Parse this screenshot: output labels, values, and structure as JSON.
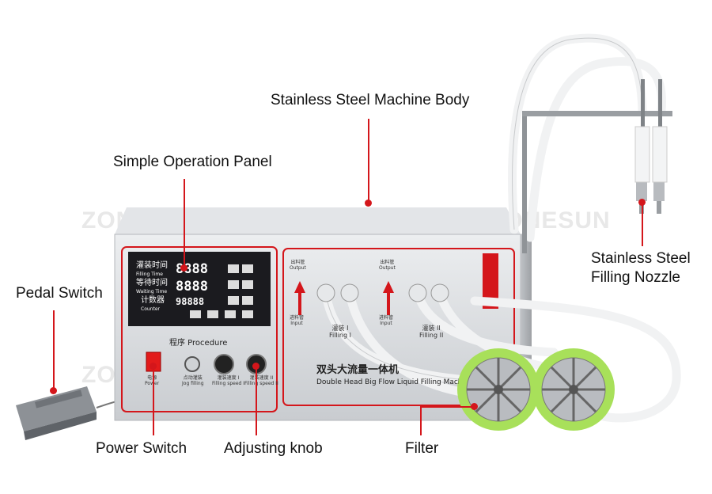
{
  "watermark": "ZONESUN",
  "labels": {
    "body": "Stainless Steel Machine Body",
    "panel": "Simple Operation Panel",
    "nozzle_line1": "Stainless Steel",
    "nozzle_line2": "Filling Nozzle",
    "pedal": "Pedal Switch",
    "power": "Power Switch",
    "knob": "Adjusting knob",
    "filter": "Filter"
  },
  "panel": {
    "filling_time_cn": "灌装时间",
    "filling_time_en": "Filling Time",
    "waiting_time_cn": "等待时间",
    "waiting_time_en": "Waiting Time",
    "counter_cn": "计数器",
    "counter_en": "Counter",
    "display1": "8888",
    "display2": "8888",
    "display3": "98888",
    "procedure": "程序 Procedure",
    "power_cn": "电源",
    "power_en": "Power",
    "jog_cn": "点动灌装",
    "jog_en": "Jog filling",
    "speed1_cn": "灌装速度 I",
    "speed1_en": "Filling speed I",
    "speed2_cn": "灌装速度 II",
    "speed2_en": "Filling speed II"
  },
  "front": {
    "output_cn": "出料管",
    "output_en": "Output",
    "input_cn": "进料管",
    "input_en": "Input",
    "filling1_cn": "灌装 I",
    "filling1_en": "Filling I",
    "filling2_cn": "灌装 II",
    "filling2_en": "Filling II",
    "title_cn": "双头大流量一体机",
    "title_en": "Double Head Big Flow Liquid Filling Machine"
  },
  "colors": {
    "accent": "#d4161b",
    "filter_ring": "#a8e05a",
    "panel_bg": "#1b1b1f",
    "steel": "#d9dbde"
  }
}
